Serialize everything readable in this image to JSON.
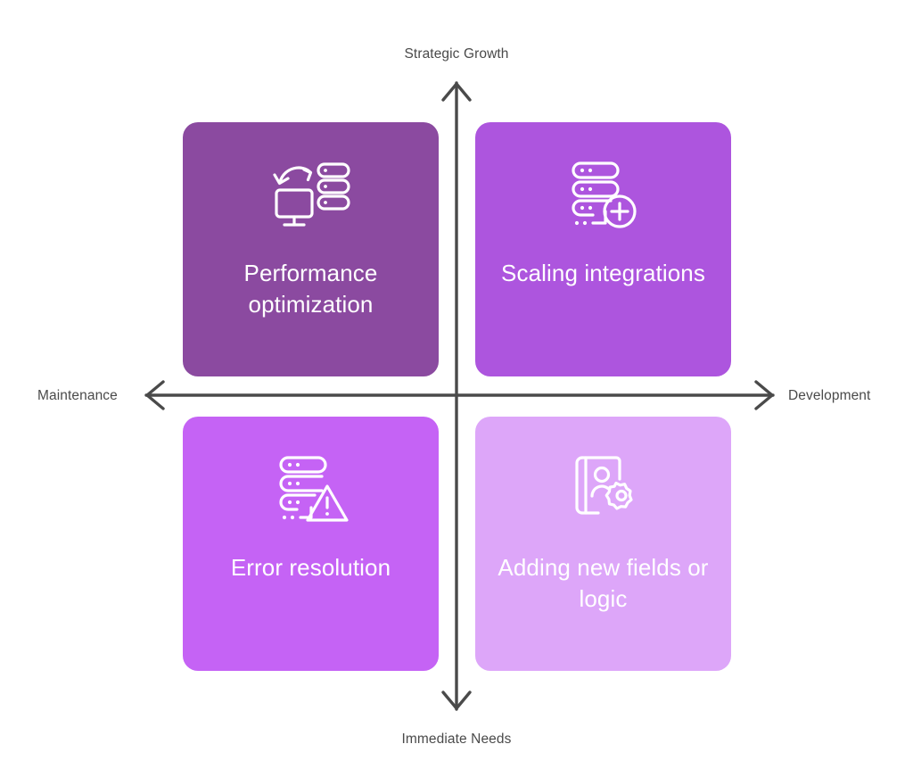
{
  "diagram": {
    "type": "2x2-matrix",
    "axes": {
      "vertical": {
        "top_label": "Strategic Growth",
        "bottom_label": "Immediate Needs"
      },
      "horizontal": {
        "left_label": "Maintenance",
        "right_label": "Development"
      },
      "line_color": "#4a4a4a"
    },
    "quadrants": [
      {
        "position": "top-left",
        "title": "Performance optimization",
        "icon": "monitor-server-refresh-icon",
        "color": "#8b4aa0",
        "text_color": "#ffffff"
      },
      {
        "position": "top-right",
        "title": "Scaling integrations",
        "icon": "server-add-icon",
        "color": "#ad55de",
        "text_color": "#ffffff"
      },
      {
        "position": "bottom-left",
        "title": "Error resolution",
        "icon": "server-warning-icon",
        "color": "#c563f5",
        "text_color": "#ffffff"
      },
      {
        "position": "bottom-right",
        "title": "Adding new fields or logic",
        "icon": "contact-book-gear-icon",
        "color": "#dda6f9",
        "text_color": "#ffffff"
      }
    ]
  }
}
